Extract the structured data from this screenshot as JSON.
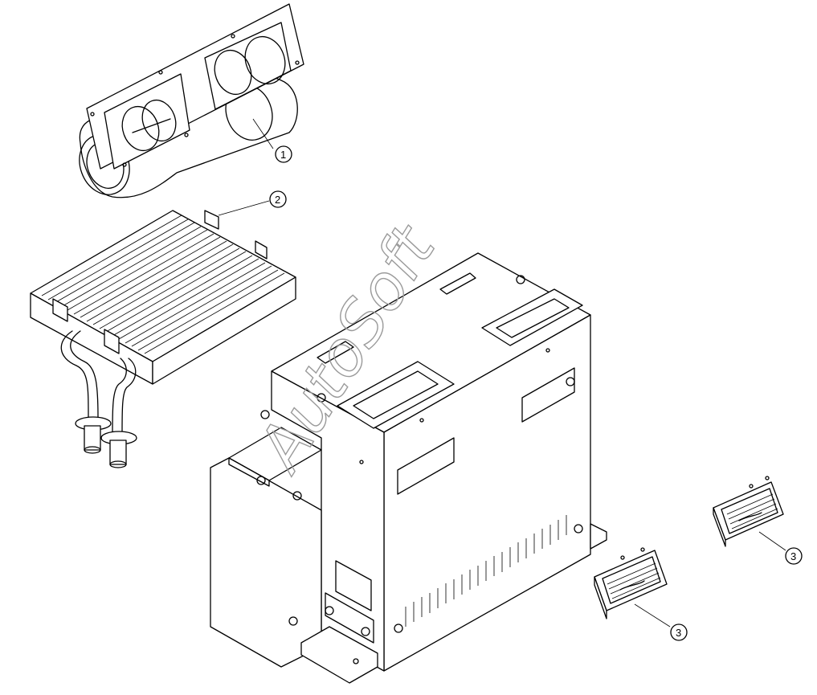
{
  "watermark": "AutoSoft",
  "callouts": [
    "1",
    "2",
    "3",
    "3"
  ],
  "parts": [
    {
      "callout": "1",
      "icon": "blower-fan-assembly-icon"
    },
    {
      "callout": "2",
      "icon": "heater-core-radiator-icon"
    },
    {
      "callout": "3",
      "icon": "air-vent-grille-icon"
    }
  ],
  "colors": {
    "line": "#000000",
    "background": "#ffffff",
    "watermark": "#9a9a9a"
  }
}
